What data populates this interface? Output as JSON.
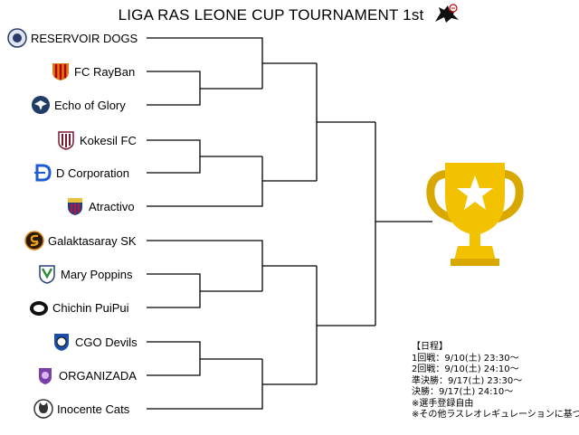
{
  "title": "LIGA RAS LEONE CUP TOURNAMENT 1st",
  "teams": [
    {
      "name": "RESERVOIR DOGS",
      "crest": "dog-emblem-icon"
    },
    {
      "name": "FC RayBan",
      "crest": "striped-shield-icon"
    },
    {
      "name": "Echo of Glory",
      "crest": "eagle-emblem-icon"
    },
    {
      "name": "Kokesil FC",
      "crest": "castle-shield-icon"
    },
    {
      "name": "D Corporation",
      "crest": "dynamo-d-icon"
    },
    {
      "name": "Atractivo",
      "crest": "barca-style-shield-icon"
    },
    {
      "name": "Galaktasaray SK",
      "crest": "galaxy-s-emblem-icon"
    },
    {
      "name": "Mary Poppins",
      "crest": "green-shield-icon"
    },
    {
      "name": "Chichin PuiPui",
      "crest": "chichin-puipui-logo-icon"
    },
    {
      "name": "CGO Devils",
      "crest": "ball-shield-icon"
    },
    {
      "name": "ORGANIZADA",
      "crest": "purple-crest-icon"
    },
    {
      "name": "Inocente Cats",
      "crest": "cat-badge-icon"
    }
  ],
  "schedule": {
    "heading": "【日程】",
    "lines": [
      "1回戦：9/10(土) 23:30～",
      "2回戦：9/10(土) 24:10～",
      "準決勝：9/17(土) 23:30～",
      "決勝：9/17(土) 24:10～",
      "※選手登録自由",
      "※その他ラスレオレギュレーションに基づく"
    ]
  },
  "colors": {
    "line": "#000000",
    "trophy_gold": "#f2c200",
    "trophy_dark": "#d9a800",
    "star": "#ffffff"
  }
}
